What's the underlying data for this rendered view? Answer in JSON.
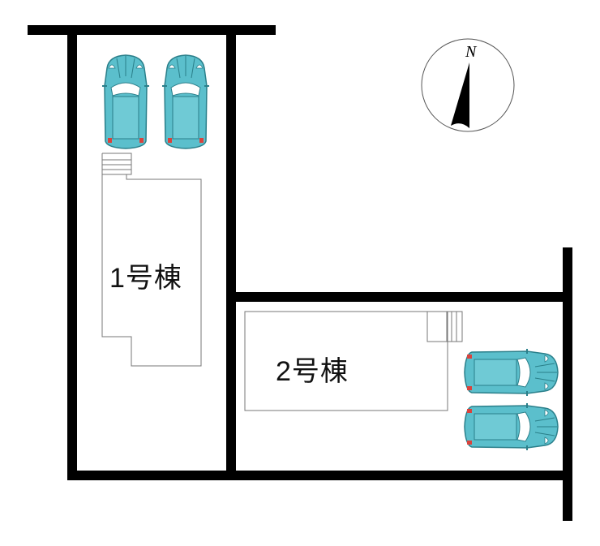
{
  "buildings": [
    {
      "id": "1",
      "label": "1号棟"
    },
    {
      "id": "2",
      "label": "2号棟"
    }
  ],
  "compass": {
    "label": "N",
    "icon": "north-arrow-icon"
  },
  "colors": {
    "wall": "#000000",
    "car_body": "#5bbfcc",
    "car_outline": "#2a7f8a",
    "tail_light": "#d9433d",
    "outline": "#777777"
  },
  "cars": [
    {
      "lot": "1",
      "orientation": "vertical"
    },
    {
      "lot": "1",
      "orientation": "vertical"
    },
    {
      "lot": "2",
      "orientation": "horizontal"
    },
    {
      "lot": "2",
      "orientation": "horizontal"
    }
  ]
}
